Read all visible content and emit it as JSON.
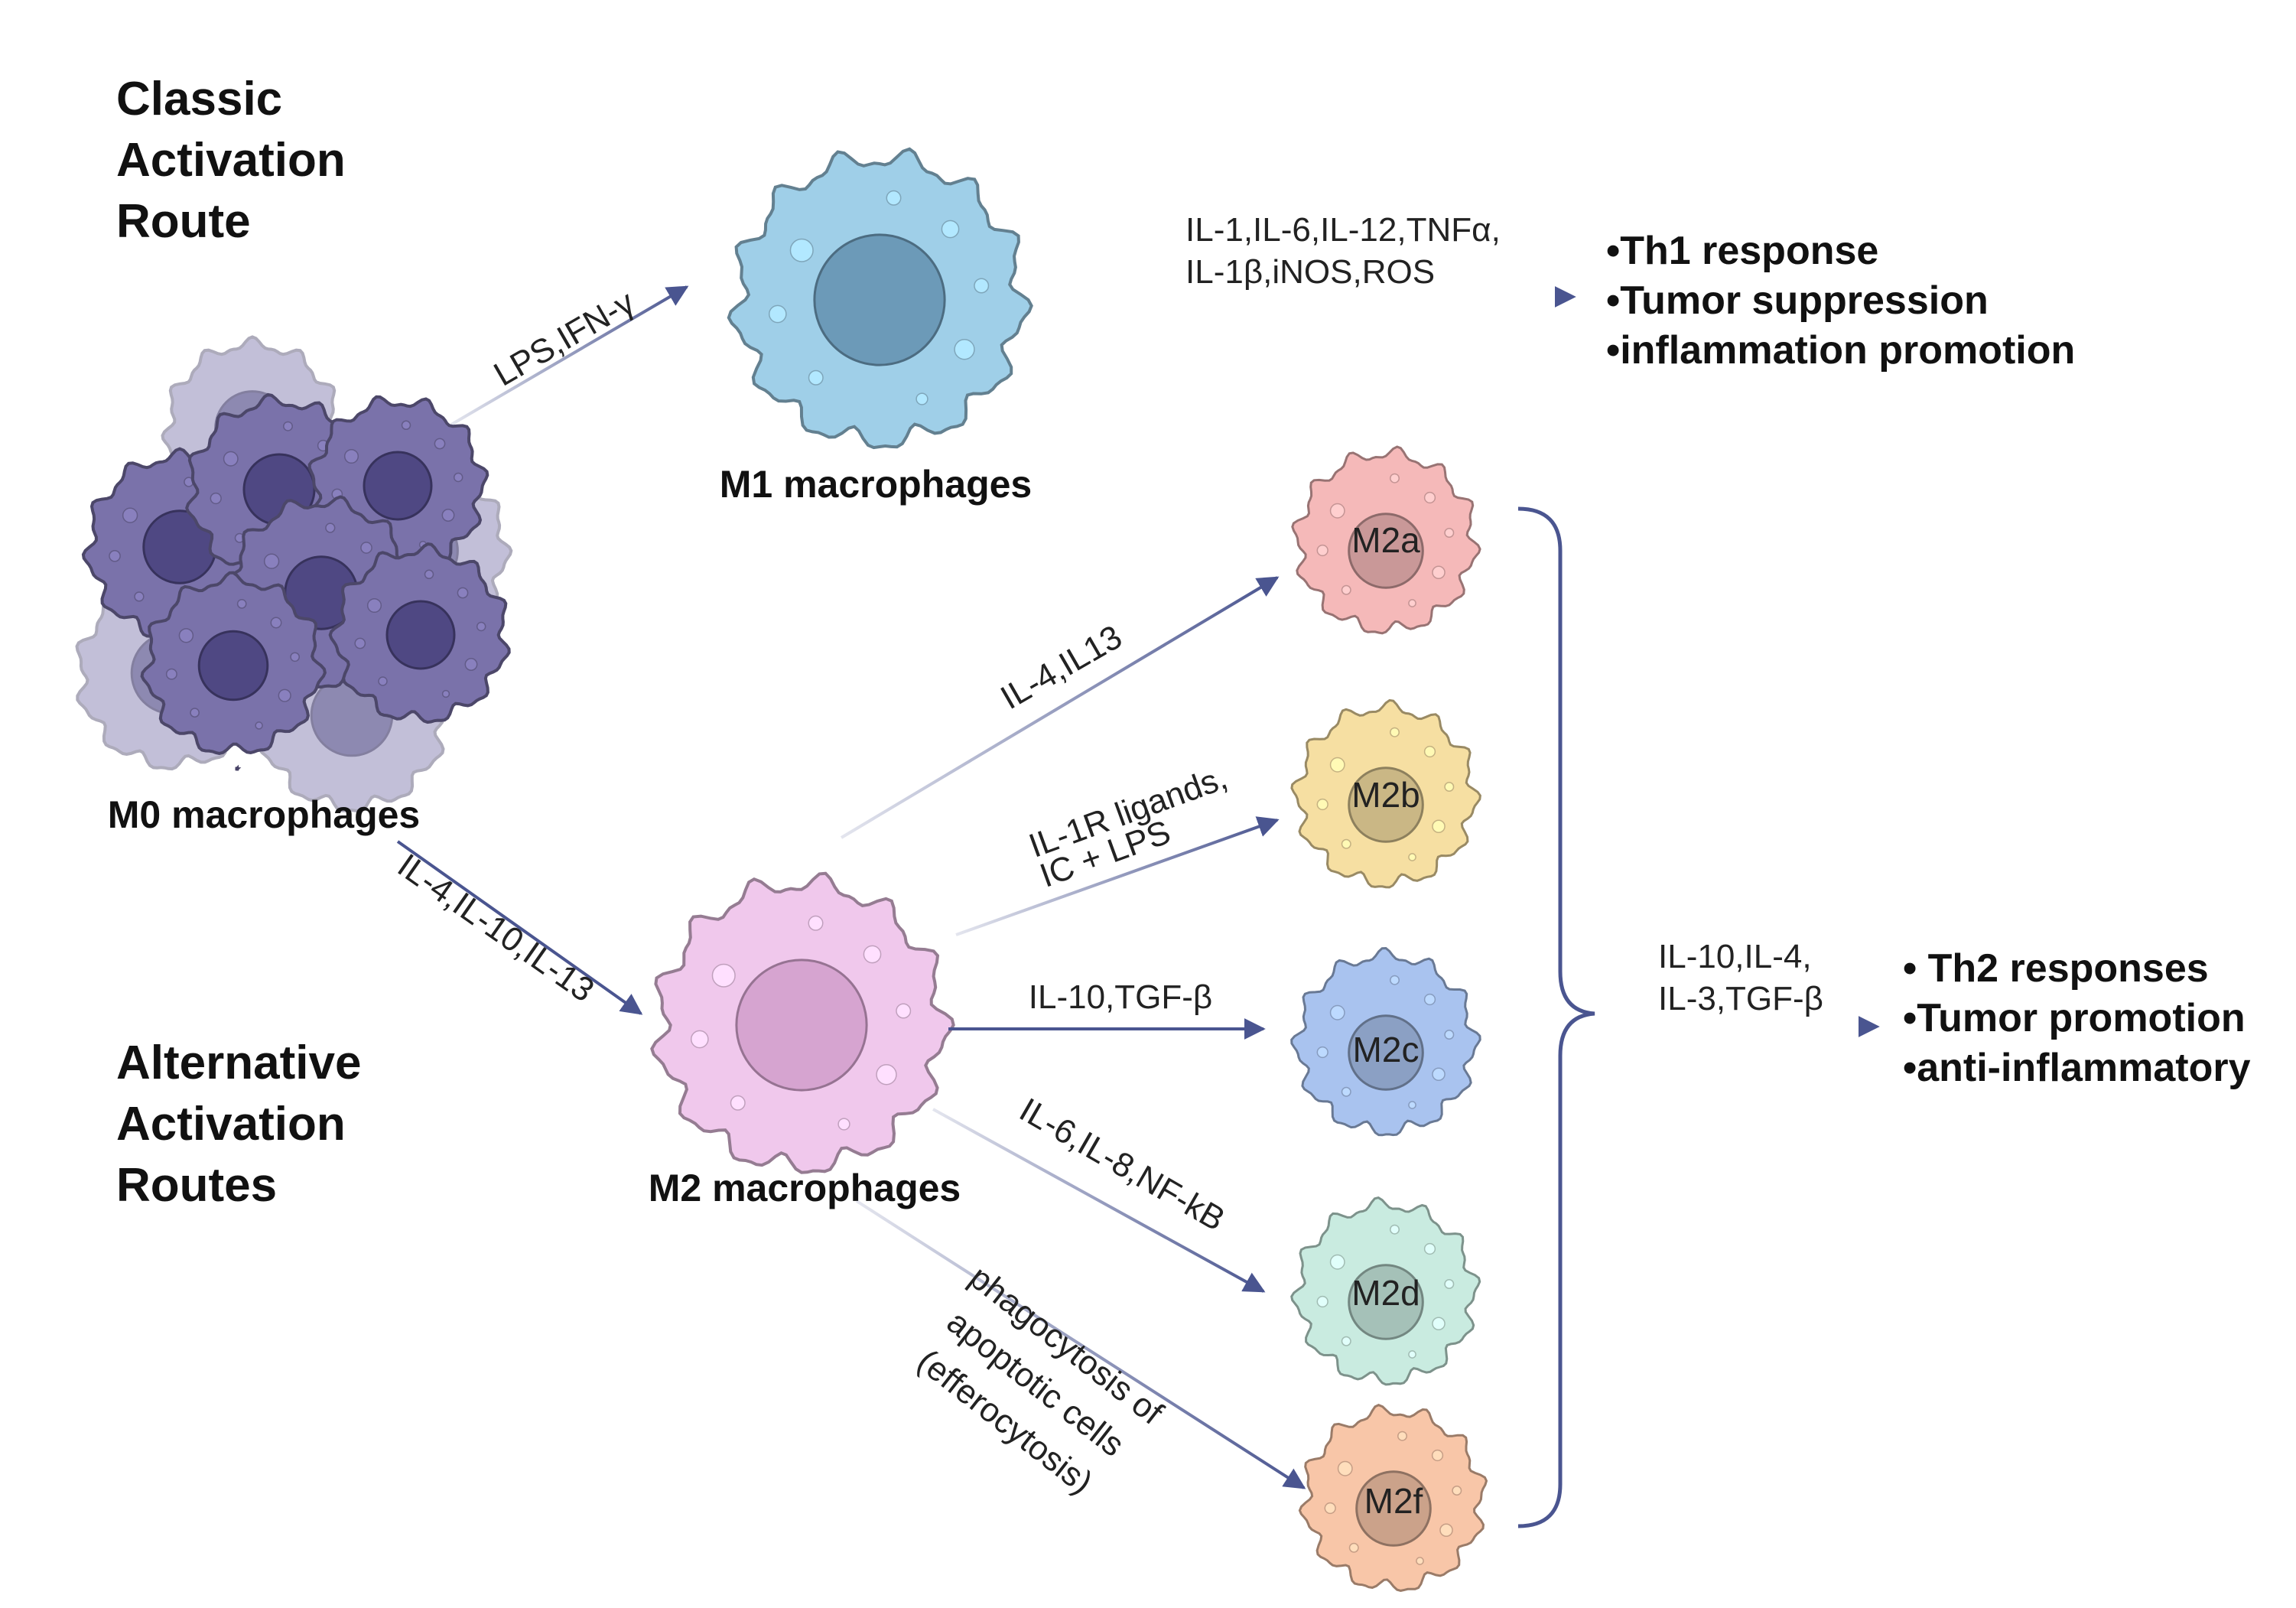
{
  "headings": {
    "classic": [
      "Classic",
      "Activation",
      "Route"
    ],
    "alternative": [
      "Alternative",
      "Activation",
      "Routes"
    ]
  },
  "cells": {
    "m0": "M0 macrophages",
    "m1": "M1 macrophages",
    "m2": "M2 macrophages",
    "m2a": "M2a",
    "m2b": "M2b",
    "m2c": "M2c",
    "m2d": "M2d",
    "m2f": "M2f"
  },
  "arrow_labels": {
    "m0_to_m1": "LPS,IFN-γ",
    "m0_to_m2": "IL-4,IL-10,IL-13",
    "m1_output": [
      "IL-1,IL-6,IL-12,TNFα,",
      "IL-1β,iNOS,ROS"
    ],
    "m2_to_m2a": "IL-4,IL13",
    "m2_to_m2b": [
      "IL-1R ligands,",
      "IC + LPS"
    ],
    "m2_to_m2c": "IL-10,TGF-β",
    "m2_to_m2d": "IL-6,IL-8,NF-kB",
    "m2_to_m2f": [
      "phagocytosis of",
      "apoptotic cells",
      "(efferocytosis)"
    ],
    "m2_output": [
      "IL-10,IL-4,",
      "IL-3,TGF-β"
    ]
  },
  "outcomes": {
    "m1": [
      "•Th1 response",
      "•Tumor suppression",
      "•inflammation promotion"
    ],
    "m2": [
      "• Th2 responses",
      "•Tumor promotion",
      "•anti-inflammatory"
    ]
  },
  "colors": {
    "arrow": "#4a5590",
    "m0_body": "#7a72aa",
    "m0_nucleus": "#4f4883",
    "m1_body": "#9fcfe8",
    "m1_nucleus": "#6c9ab8",
    "m2_body": "#f0c8ec",
    "m2_nucleus": "#d6a4d0",
    "m2a": "#f5b9b9",
    "m2b": "#f6dfa2",
    "m2c": "#a9c3ef",
    "m2d": "#c9ebe0",
    "m2f": "#f8c6a8"
  }
}
